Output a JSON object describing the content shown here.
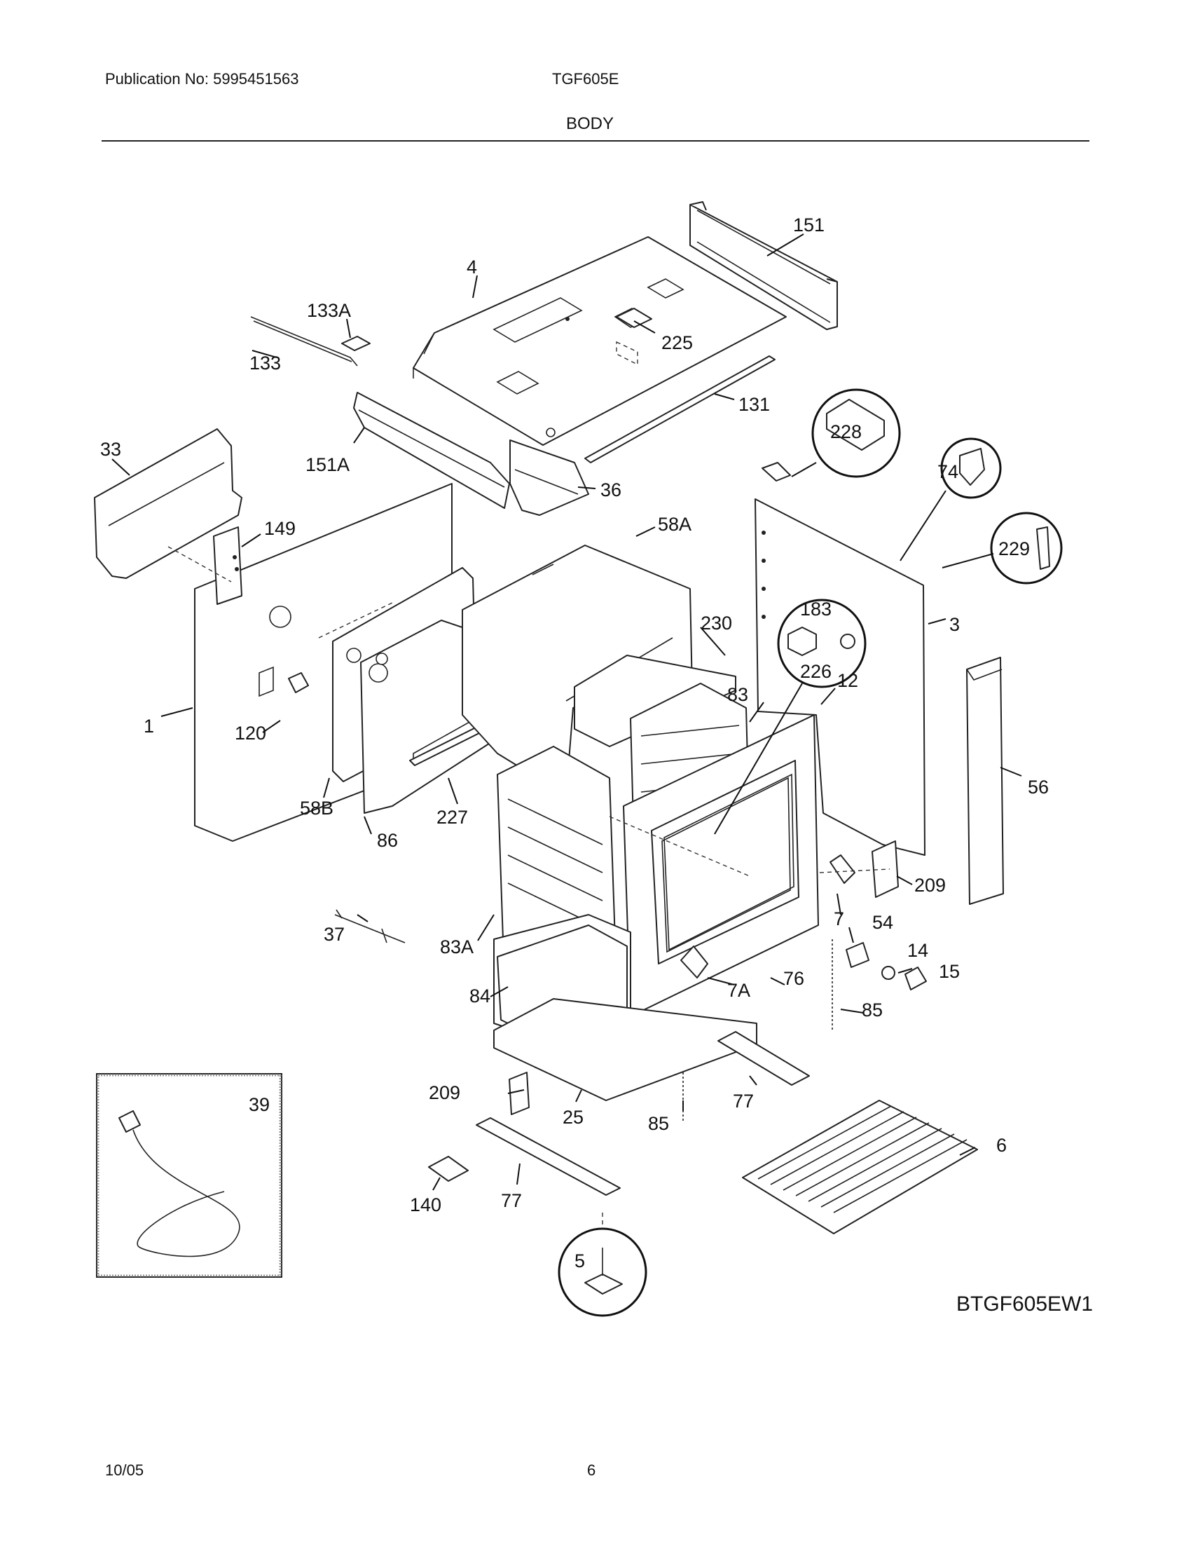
{
  "header": {
    "publication": "Publication No: 5995451563",
    "model": "TGF605E",
    "section_title": "BODY"
  },
  "diagram": {
    "code": "BTGF605EW1",
    "callouts": [
      "151",
      "4",
      "133A",
      "225",
      "133",
      "131",
      "228",
      "33",
      "151A",
      "36",
      "74",
      "149",
      "58A",
      "229",
      "230",
      "183",
      "3",
      "226",
      "83",
      "12",
      "1",
      "120",
      "56",
      "58B",
      "227",
      "86",
      "7",
      "209",
      "37",
      "83A",
      "54",
      "14",
      "15",
      "7A",
      "76",
      "84",
      "85",
      "209",
      "77",
      "25",
      "85",
      "39",
      "6",
      "140",
      "77",
      "5"
    ]
  },
  "footer": {
    "date": "10/05",
    "page": "6"
  }
}
